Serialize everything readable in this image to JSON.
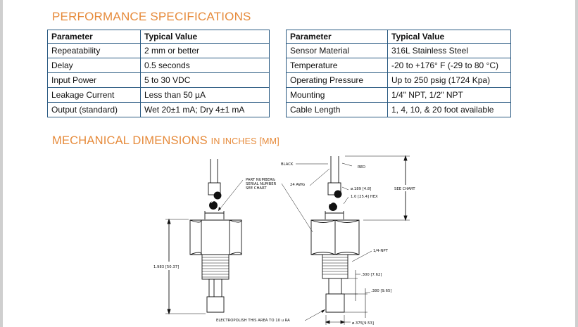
{
  "performance": {
    "title": "PERFORMANCE SPECIFICATIONS",
    "left_table": {
      "headers": [
        "Parameter",
        "Typical Value"
      ],
      "rows": [
        [
          "Repeatability",
          "2 mm or better"
        ],
        [
          "Delay",
          "0.5 seconds"
        ],
        [
          "Input Power",
          "5 to 30 VDC"
        ],
        [
          "Leakage Current",
          "Less than 50 µA"
        ],
        [
          "Output (standard)",
          "Wet 20±1 mA; Dry 4±1 mA"
        ]
      ]
    },
    "right_table": {
      "headers": [
        "Parameter",
        "Typical Value"
      ],
      "rows": [
        [
          "Sensor Material",
          "316L Stainless Steel"
        ],
        [
          "Temperature",
          "-20 to +176° F (-29 to 80 °C)"
        ],
        [
          "Operating Pressure",
          "Up to 250 psig (1724 Kpa)"
        ],
        [
          "Mounting",
          "1/4\" NPT, 1/2\" NPT"
        ],
        [
          "Cable Length",
          "1, 4, 10, & 20 foot available"
        ]
      ]
    }
  },
  "mechanical": {
    "title_main": "MECHANICAL DIMENSIONS",
    "title_sub": "IN INCHES [MM]",
    "labels": {
      "black": "BLACK",
      "red": "RED",
      "part_number_1": "PART NUMBER&",
      "part_number_2": "SERIAL NUMBER",
      "part_number_3": "SEE CHART",
      "awg": "24 AWG",
      "dia_189": "ø.189 [4.8]",
      "hex": "1.0 [25.4] HEX",
      "see_chart": "SEE CHART",
      "npt": "1/4-NPT",
      "length_1983": "1.983 [50.37]",
      "d300": ".300 [7.62]",
      "d380": ".380 [9.65]",
      "electropolish": "ELECTROPOLISH THIS AREA TO 10 u RA",
      "dia_375": "ø.375[9.53]"
    }
  },
  "colors": {
    "heading": "#e68a3a",
    "table_border": "#2a5a82"
  }
}
